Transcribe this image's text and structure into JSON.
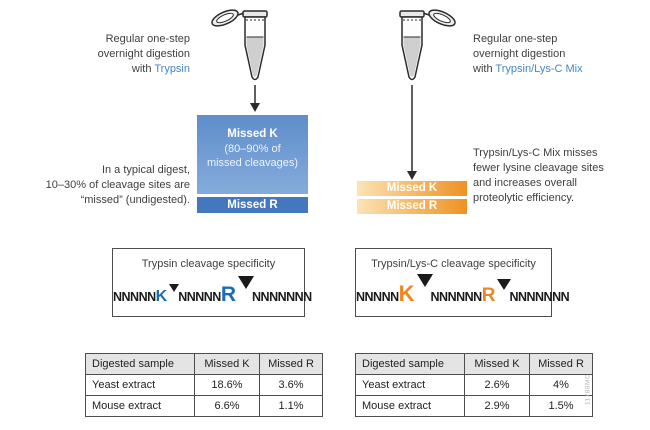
{
  "palette": {
    "accent_blue": "#4586c6",
    "letter_blue": "#1b6cb5",
    "letter_orange": "#ee8722",
    "box_blue_top": "#5f8ecb",
    "box_blue_bottom": "#85abdb",
    "missed_r_blue": "#4377be",
    "bar_orange_light": "#fce3b4",
    "bar_orange_dark": "#ee9224",
    "table_header_bg": "#e4e4e4",
    "text_color": "#3f3f3f"
  },
  "left_flow": {
    "caption": {
      "line1": "Regular one-step",
      "line2": "overnight digestion",
      "line3_prefix": "with ",
      "line3_accent": "Trypsin"
    },
    "missed_box": {
      "title": "Missed K",
      "subtitle_line1": "(80–90% of",
      "subtitle_line2": "missed cleavages)",
      "bar_label": "Missed R"
    },
    "note": {
      "line1": "In a typical digest,",
      "line2": "10–30% of cleavage sites are",
      "line3": "“missed” (undigested)."
    }
  },
  "right_flow": {
    "caption": {
      "line1": "Regular one-step",
      "line2": "overnight digestion",
      "line3_prefix": "with ",
      "line3_accent": "Trypsin/Lys-C Mix"
    },
    "bars": {
      "bar1": "Missed K",
      "bar2": "Missed R"
    },
    "note": {
      "line1": "Trypsin/Lys-C Mix misses",
      "line2": "fewer lysine cleavage sites",
      "line3": "and increases overall",
      "line4": "proteolytic efficiency."
    }
  },
  "spec_boxes": {
    "left": {
      "title": "Trypsin cleavage specificity",
      "seq": {
        "pre": "NNNNN",
        "k": "K",
        "mid": "NNNNN",
        "r": "R",
        "post": "NNNNNNN"
      }
    },
    "right": {
      "title": "Trypsin/Lys-C cleavage specificity",
      "seq": {
        "pre": "NNNNN",
        "k": "K",
        "mid": "NNNNNN",
        "r": "R",
        "post": "NNNNNNN"
      }
    }
  },
  "tables": {
    "left": {
      "headers": [
        "Digested sample",
        "Missed K",
        "Missed R"
      ],
      "rows": [
        {
          "sample": "Yeast extract",
          "missed_k": "18.6%",
          "missed_r": "3.6%"
        },
        {
          "sample": "Mouse extract",
          "missed_k": "6.6%",
          "missed_r": "1.1%"
        }
      ]
    },
    "right": {
      "headers": [
        "Digested sample",
        "Missed K",
        "Missed R"
      ],
      "rows": [
        {
          "sample": "Yeast extract",
          "missed_k": "2.6%",
          "missed_r": "4%"
        },
        {
          "sample": "Mouse extract",
          "missed_k": "2.9%",
          "missed_r": "1.5%"
        }
      ]
    }
  },
  "watermark": "11788MC"
}
